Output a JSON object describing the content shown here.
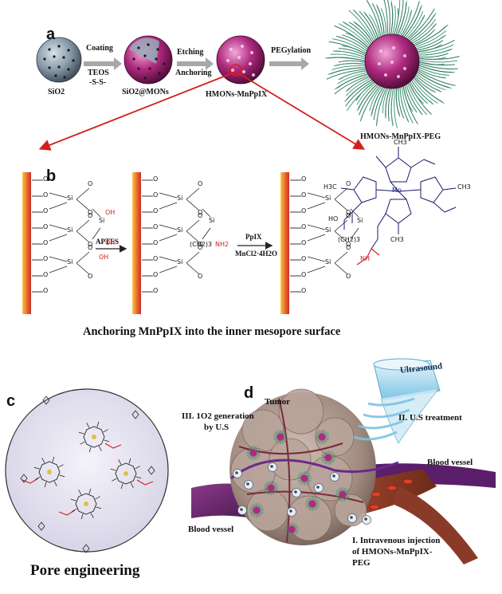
{
  "panel_a": {
    "letter": "a",
    "particles": [
      "SiO2",
      "SiO2@MONs",
      "HMONs-MnPpIX",
      "HMONs-MnPpIX-PEG"
    ],
    "steps": [
      {
        "lines": [
          "Coating",
          "TEOS",
          "-S-S-"
        ]
      },
      {
        "lines": [
          "Etching",
          "Anchoring"
        ]
      },
      {
        "lines": [
          "PEGylation"
        ]
      }
    ]
  },
  "panel_b": {
    "letter": "b",
    "reagent1": "APTES",
    "reagent2_top": "PpIX",
    "reagent2_bottom": "MnCl2·4H2O",
    "caption": "Anchoring MnPpIX into the inner mesopore surface",
    "chem_labels": {
      "si": "Si",
      "o": "O",
      "oh": "OH",
      "chain": "(CH2)3",
      "nh2": "NH2",
      "nh": "NH",
      "mn": "Mn",
      "ch3": "CH3",
      "h3c": "H3C",
      "ho": "HO",
      "n": "N"
    }
  },
  "panel_c": {
    "letter": "c",
    "caption": "Pore engineering"
  },
  "panel_d": {
    "letter": "d",
    "tumor": "Tumor",
    "ultrasound": "Ultrasound",
    "step1": "I. Intravenous injection of HMONs-MnPpIX-PEG",
    "step1_lines": [
      "I. Intravenous injection",
      "of HMONs-MnPpIX-",
      "PEG"
    ],
    "step2": "II. U.S treatment",
    "step3_lines": [
      "III. 1O2 generation",
      "by U.S"
    ],
    "blood_vessel_left": "Blood vessel",
    "blood_vessel_right": "Blood vessel",
    "singlet_oxygen": "1O2"
  },
  "colors": {
    "arrow_red": "#d42020",
    "arrow_grey": "#a8a8a8",
    "sphere_grey": "#8a9aa8",
    "sphere_magenta": "#a01e6e",
    "peg_green": "#3a8a6a",
    "wall_orange": "#e2502a",
    "amide_red": "#d02020",
    "tumor_tan": "#a8928a",
    "vessel_purple": "#6a2a7a",
    "vessel_red": "#a83a2a",
    "ultrasound_blue": "#bfe4f4"
  }
}
